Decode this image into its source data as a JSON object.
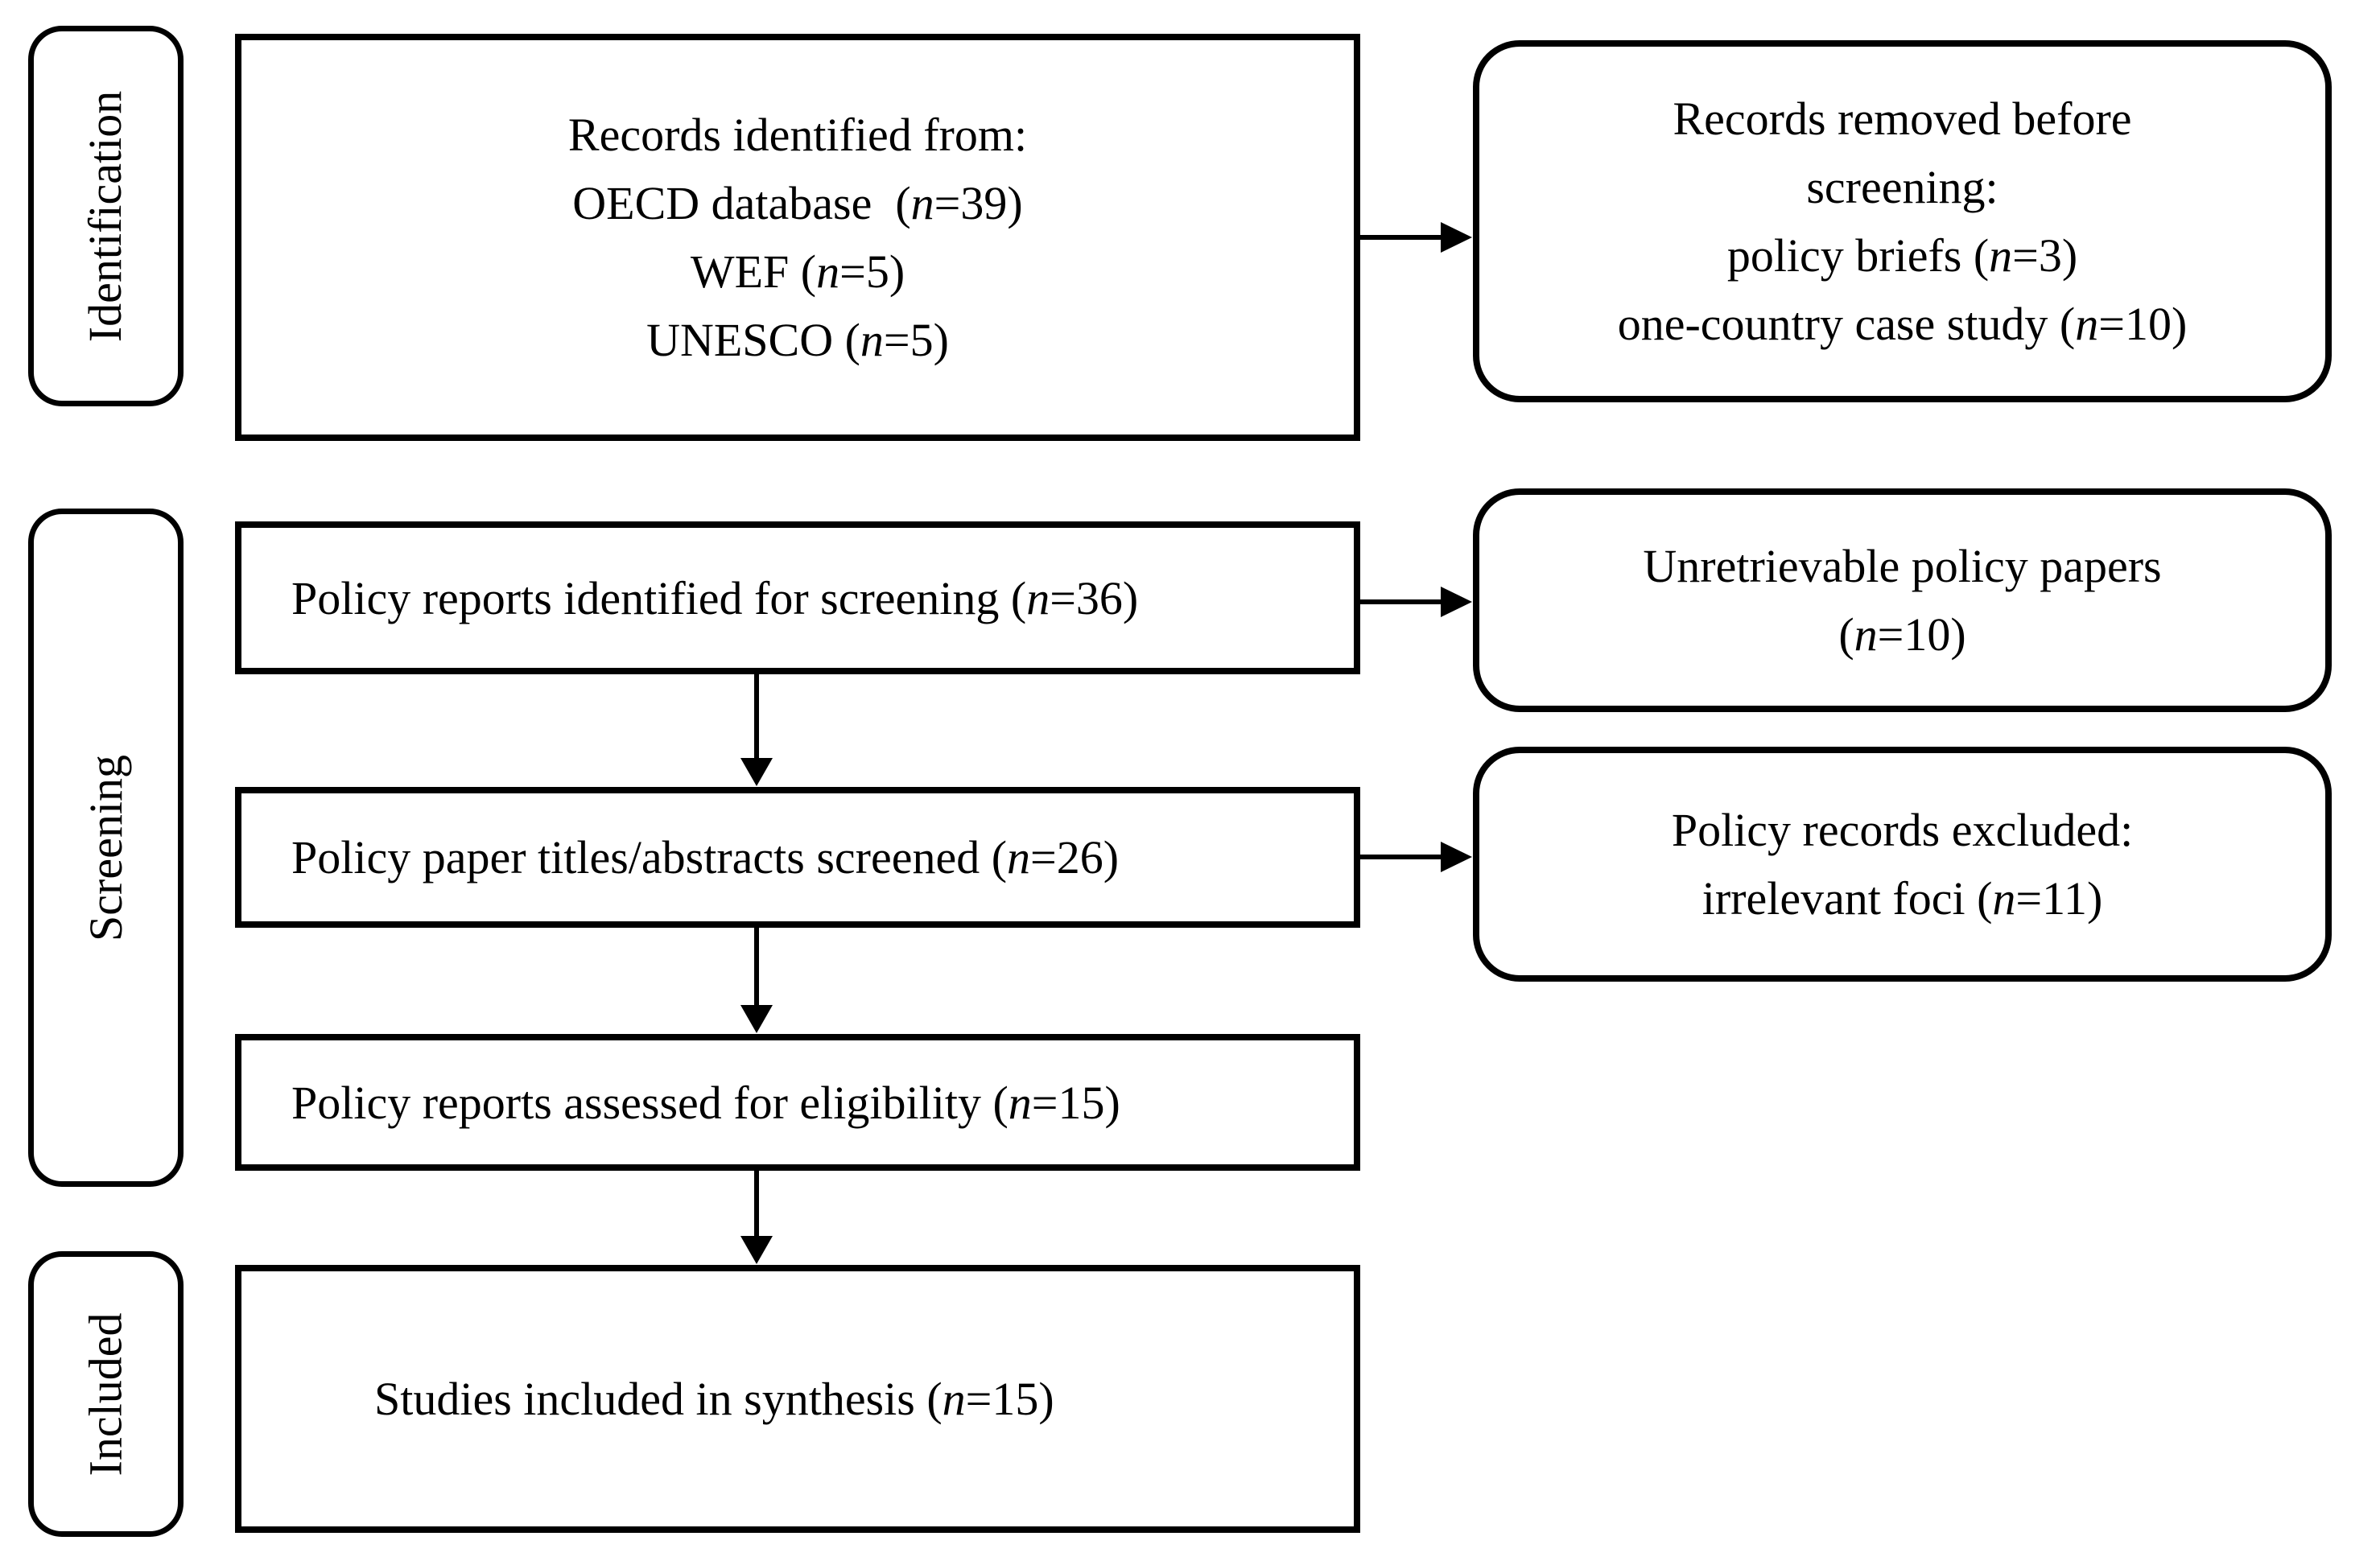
{
  "colors": {
    "border": "#000000",
    "text": "#000000",
    "background": "#ffffff"
  },
  "stages": [
    {
      "label": "Identification"
    },
    {
      "label": "Screening"
    },
    {
      "label": "Included"
    }
  ],
  "main_boxes": [
    {
      "lines": [
        "Records identified from:",
        "OECD database  (n=39)",
        "WEF (n=5)",
        "UNESCO (n=5)"
      ]
    },
    {
      "lines": [
        "Policy reports identified for screening (n=36)"
      ]
    },
    {
      "lines": [
        "Policy paper titles/abstracts screened (n=26)"
      ]
    },
    {
      "lines": [
        "Policy reports assessed for eligibility (n=15)"
      ]
    },
    {
      "lines": [
        "Studies included in synthesis (n=15)"
      ]
    }
  ],
  "side_boxes": [
    {
      "lines": [
        "Records removed before",
        "screening:",
        "policy briefs (n=3)",
        "one-country case study (n=10)"
      ]
    },
    {
      "lines": [
        "Unretrievable policy papers",
        "(n=10)"
      ]
    },
    {
      "lines": [
        "Policy records excluded:",
        "irrelevant foci (n=11)"
      ]
    }
  ]
}
